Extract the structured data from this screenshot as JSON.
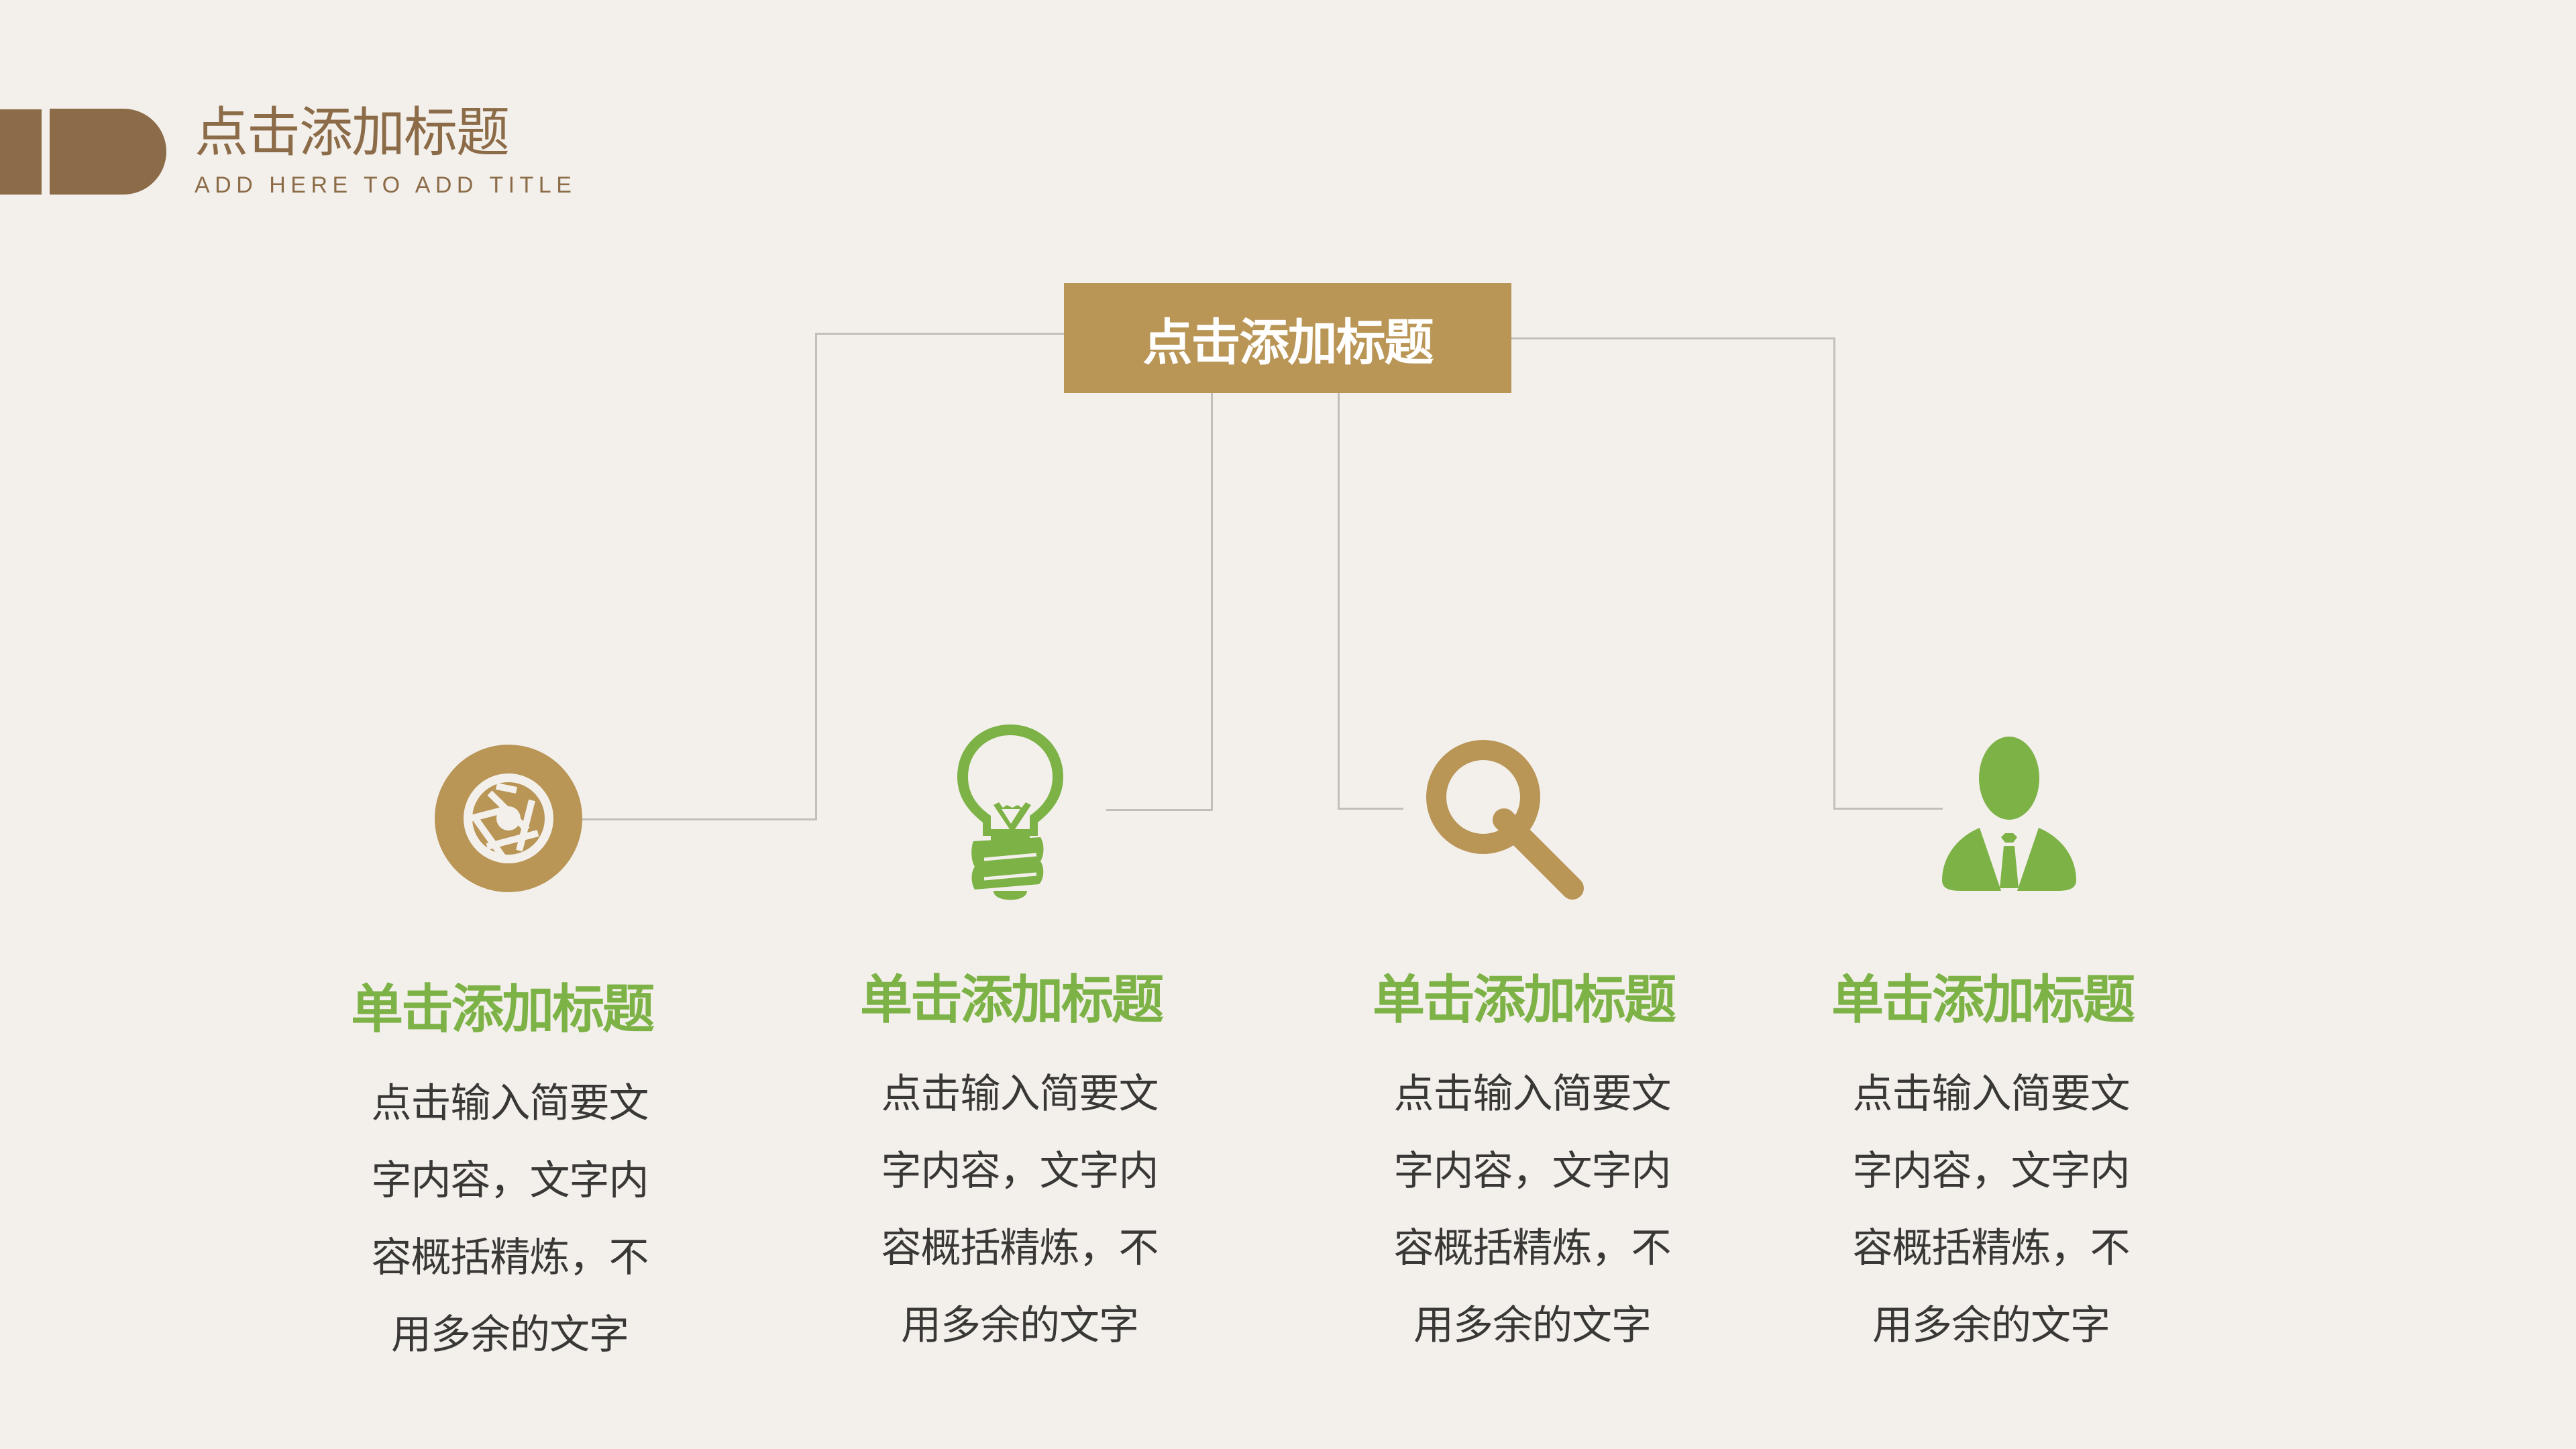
{
  "header": {
    "title": "点击添加标题",
    "subtitle": "ADD HERE TO ADD TITLE"
  },
  "center": {
    "label": "点击添加标题"
  },
  "colors": {
    "background": "#f3f0ec",
    "brown": "#8c6c48",
    "gold": "#b99556",
    "green": "#7db246",
    "body_text": "#3a3836",
    "connector": "#c2beb9"
  },
  "columns": [
    {
      "icon": "camera-aperture-icon",
      "title": "单击添加标题",
      "lines": [
        "点击输入简要文",
        "字内容，文字内",
        "容概括精炼，不",
        "用多余的文字"
      ]
    },
    {
      "icon": "lightbulb-icon",
      "title": "单击添加标题",
      "lines": [
        "点击输入简要文",
        "字内容，文字内",
        "容概括精炼，不",
        "用多余的文字"
      ]
    },
    {
      "icon": "magnifier-icon",
      "title": "单击添加标题",
      "lines": [
        "点击输入简要文",
        "字内容，文字内",
        "容概括精炼，不",
        "用多余的文字"
      ]
    },
    {
      "icon": "businessman-icon",
      "title": "单击添加标题",
      "lines": [
        "点击输入简要文",
        "字内容，文字内",
        "容概括精炼，不",
        "用多余的文字"
      ]
    }
  ]
}
